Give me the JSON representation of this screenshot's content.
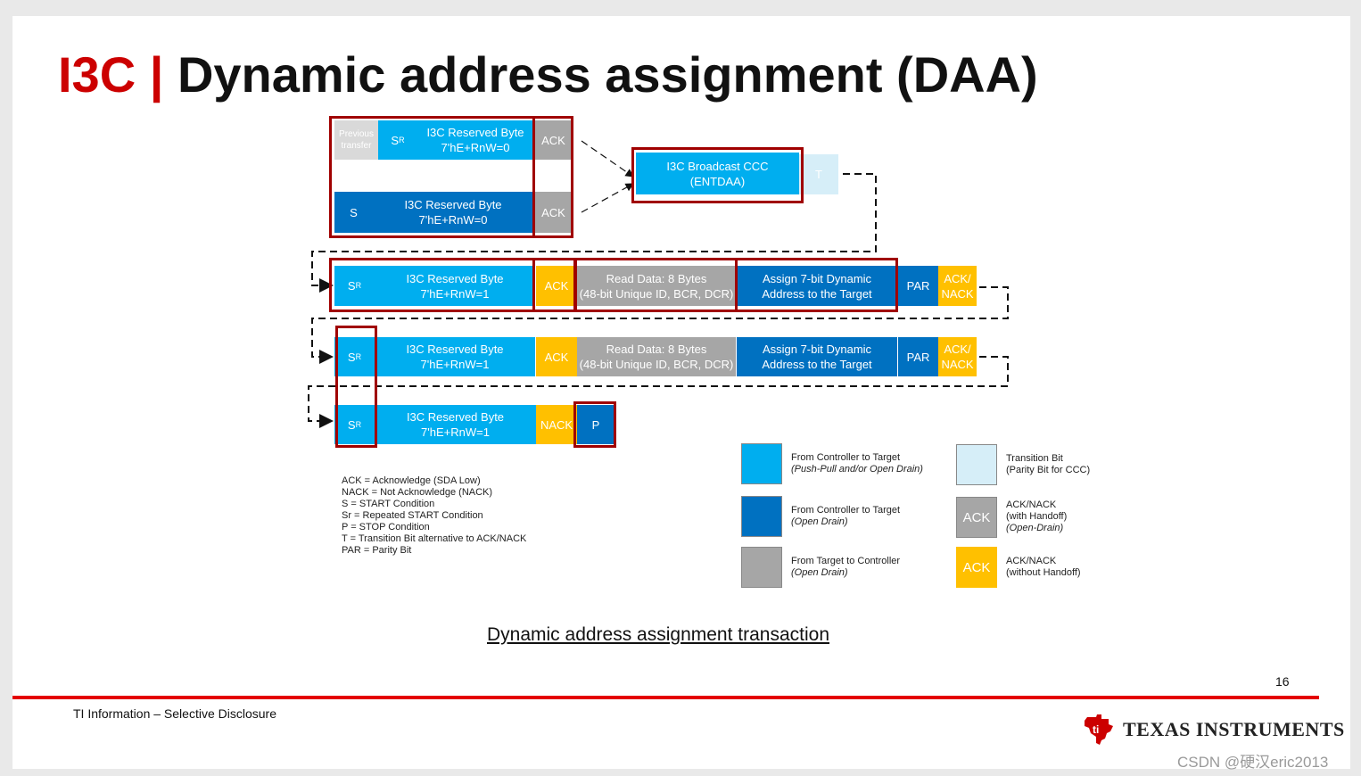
{
  "title": {
    "prefix": "I3C",
    "separator": "|",
    "text": "Dynamic address assignment (DAA)"
  },
  "diagram": {
    "previous_transfer": "Previous\ntransfer",
    "sr": "S",
    "sr_sub": "R",
    "s": "S",
    "reserved_byte_w": "I3C Reserved Byte\n7'hE+RnW=0",
    "reserved_byte_r": "I3C Reserved Byte\n7'hE+RnW=1",
    "ack": "ACK",
    "nack": "NACK",
    "ack_nack": "ACK/\nNACK",
    "broadcast": "I3C Broadcast CCC\n(ENTDAA)",
    "t": "T",
    "read_data": "Read Data: 8 Bytes\n(48-bit Unique ID, BCR, DCR)",
    "assign": "Assign 7-bit Dynamic\nAddress to the Target",
    "par": "PAR",
    "p": "P"
  },
  "abbreviations": [
    "ACK = Acknowledge (SDA Low)",
    "NACK = Not Acknowledge (NACK)",
    "S = START Condition",
    "Sr = Repeated START Condition",
    "P = STOP Condition",
    "T = Transition Bit alternative to ACK/NACK",
    "PAR = Parity Bit"
  ],
  "legend": [
    {
      "line1": "From Controller to Target",
      "line2": "(Push-Pull and/or Open Drain)",
      "color": "#00aeef",
      "swatch_label": ""
    },
    {
      "line1": "From Controller to Target",
      "line2": "(Open Drain)",
      "color": "#0071c1",
      "swatch_label": ""
    },
    {
      "line1": "From Target to Controller",
      "line2": "(Open Drain)",
      "color": "#a6a6a6",
      "swatch_label": ""
    },
    {
      "line1": "Transition Bit",
      "line2": "(Parity Bit for CCC)",
      "color": "#d6eef8",
      "swatch_label": ""
    },
    {
      "line1": "ACK/NACK",
      "line2": "(with Handoff)",
      "line3": "(Open-Drain)",
      "color": "#a6a6a6",
      "swatch_label": "ACK"
    },
    {
      "line1": "ACK/NACK",
      "line2": "(without Handoff)",
      "color": "#ffc000",
      "swatch_label": "ACK"
    }
  ],
  "caption": "Dynamic address assignment transaction",
  "page_number": "16",
  "footer": {
    "classification": "TI Information – Selective Disclosure",
    "company": "TEXAS INSTRUMENTS"
  },
  "watermark": "CSDN @硬汉eric2013",
  "colors": {
    "accent_red": "#cc0000",
    "frame_red": "#a00000",
    "light_blue": "#00aeef",
    "dark_blue": "#0071c1",
    "gray": "#a6a6a6",
    "yellow": "#ffc000"
  }
}
